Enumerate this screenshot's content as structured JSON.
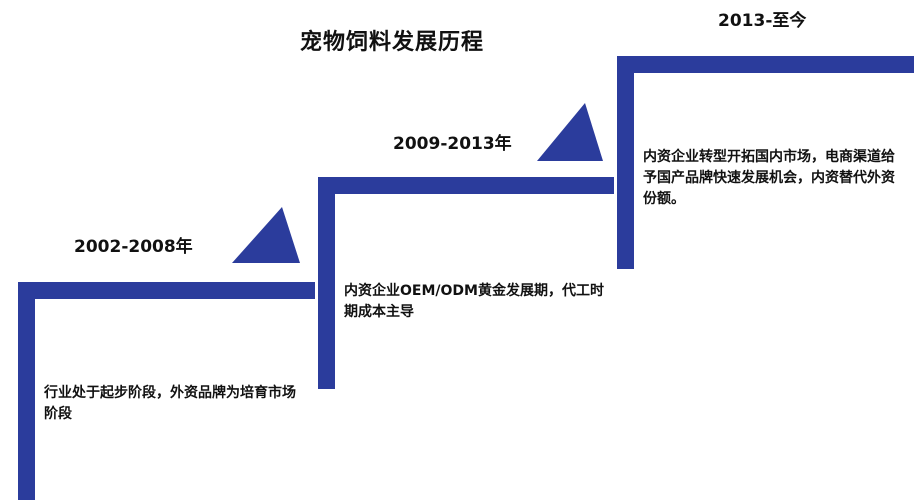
{
  "title": "宠物饲料发展历程",
  "accent_color": "#2B3C9C",
  "stages": [
    {
      "period": "2002-2008年",
      "description": "行业处于起步阶段，外资品牌为培育市场阶段"
    },
    {
      "period": "2009-2013年",
      "description": "内资企业OEM/ODM黄金发展期，代工时期成本主导"
    },
    {
      "period": "2013-至今",
      "description": "内资企业转型开拓国内市场，电商渠道给予国产品牌快速发展机会，内资替代外资份额。"
    }
  ]
}
